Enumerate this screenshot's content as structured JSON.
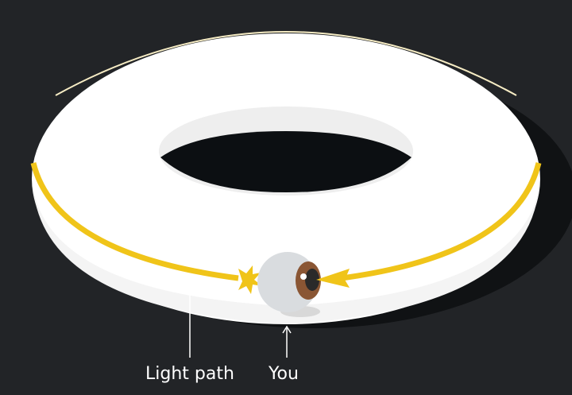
{
  "labels": {
    "light_path": "Light path",
    "you": "You"
  },
  "colors": {
    "background": "#222427",
    "torus": "#ffffff",
    "light": "#f0c419",
    "hole": "#0c0f12",
    "iris": "#8a5634"
  },
  "icons": [
    "torus-shape",
    "eye-icon",
    "arrow-up-icon"
  ]
}
